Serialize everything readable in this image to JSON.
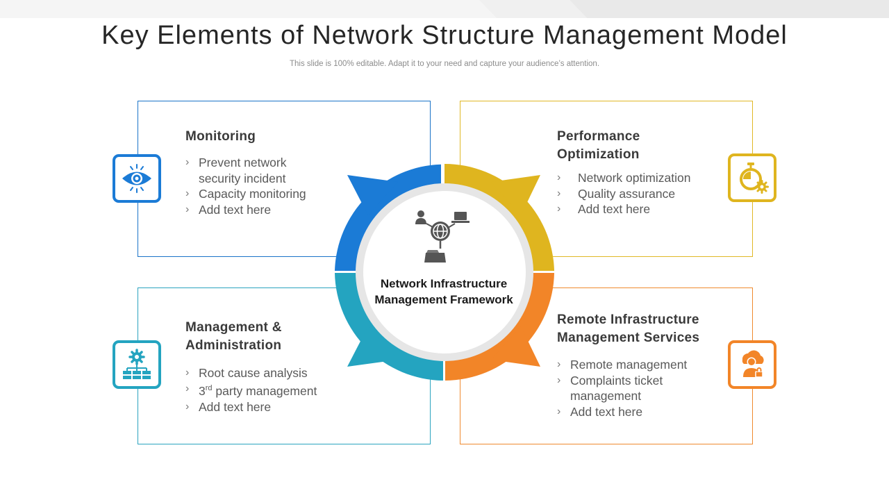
{
  "slide": {
    "title": "Key Elements of Network Structure Management Model",
    "subtitle": "This slide is 100% editable. Adapt it to your need and capture your audience’s attention."
  },
  "colors": {
    "blue": "#1b7bd6",
    "yellow": "#dfb51f",
    "teal": "#24a4c0",
    "orange": "#f28528",
    "center_ring": "#e6e6e6"
  },
  "center": {
    "label": "Network Infrastructure Management Framework",
    "icon": "network-globe-users-icon"
  },
  "quadrants": {
    "monitoring": {
      "heading": "Monitoring",
      "icon": "eye-icon",
      "items": [
        "Prevent network security incident",
        "Capacity monitoring",
        "Add text here"
      ]
    },
    "performance": {
      "heading": "Performance Optimization",
      "icon": "stopwatch-gear-icon",
      "items": [
        "Network optimization",
        "Quality assurance",
        "Add text here"
      ]
    },
    "management": {
      "heading": "Management & Administration",
      "icon": "gear-network-icon",
      "items": [
        "Root cause analysis",
        "party management",
        "Add text here"
      ],
      "item1_prefix": "3",
      "item1_sup": "rd"
    },
    "remote": {
      "heading": "Remote Infrastructure Management Services",
      "icon": "cloud-user-lock-icon",
      "items": [
        "Remote management",
        "Complaints ticket management",
        "Add text here"
      ]
    }
  }
}
